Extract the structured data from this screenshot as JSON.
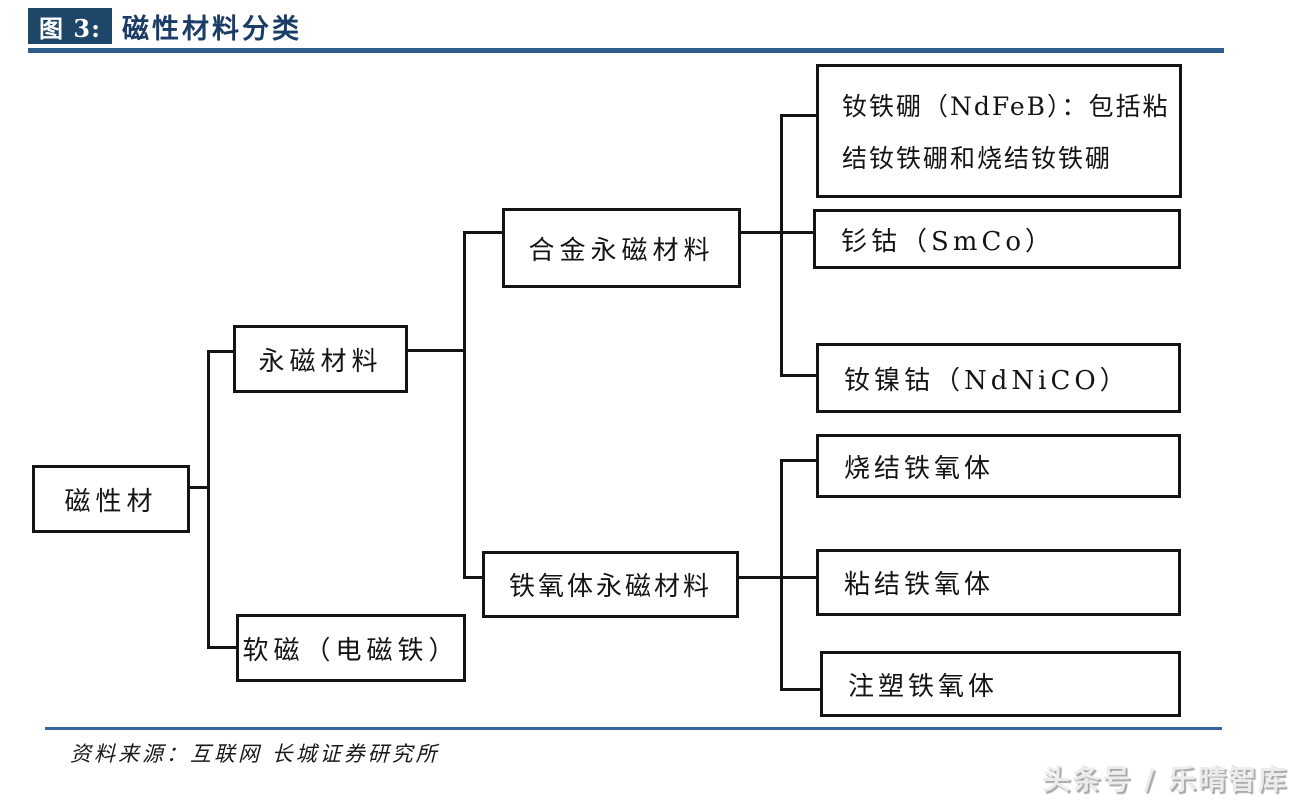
{
  "header": {
    "badge_label": "图 3:",
    "title": "磁性材料分类"
  },
  "tree": {
    "root": {
      "label": "磁性材"
    },
    "children": [
      {
        "label": "永磁材料",
        "children": [
          {
            "label": "合金永磁材料",
            "children": [
              {
                "label": "钕铁硼（NdFeB）：包括粘结钕铁硼和烧结钕铁硼",
                "line1": "钕铁硼（NdFeB）：包括粘",
                "line2": "结钕铁硼和烧结钕铁硼"
              },
              {
                "label": "钐钴（SmCo）"
              },
              {
                "label": "钕镍钴（NdNiCO）"
              }
            ]
          },
          {
            "label": "铁氧体永磁材料",
            "children": [
              {
                "label": "烧结铁氧体"
              },
              {
                "label": "粘结铁氧体"
              },
              {
                "label": "注塑铁氧体"
              }
            ]
          }
        ]
      },
      {
        "label": "软磁（电磁铁）",
        "children": []
      }
    ]
  },
  "footer": {
    "source": "资料来源：互联网 长城证券研究所",
    "watermark": "头条号 / 乐晴智库"
  },
  "colors": {
    "badge_bg": "#1E4669",
    "title_text": "#1A3C66",
    "title_rule": "#2E5C8C",
    "footer_rule": "#36659B",
    "box_border": "#141414",
    "watermark_gray": "#ECECEC"
  }
}
